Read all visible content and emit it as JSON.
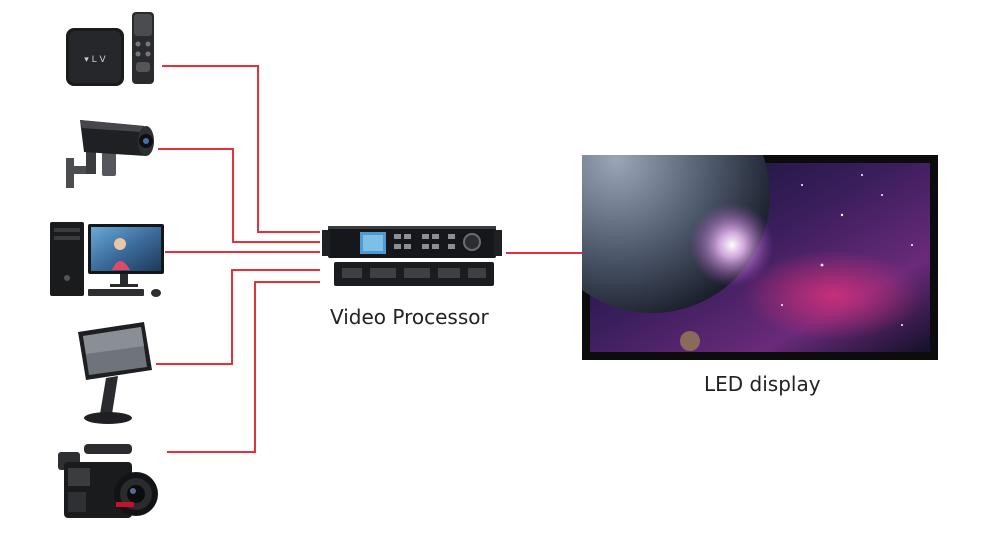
{
  "diagram": {
    "processor_label": "Video Processor",
    "display_label": "LED display",
    "sources": [
      "tv-box",
      "cctv-camera",
      "desktop-computer",
      "touch-kiosk",
      "video-camera"
    ]
  },
  "colors": {
    "wire": "#e8303a",
    "device_dark": "#1b1b1d",
    "panel": "#2a2c31"
  }
}
